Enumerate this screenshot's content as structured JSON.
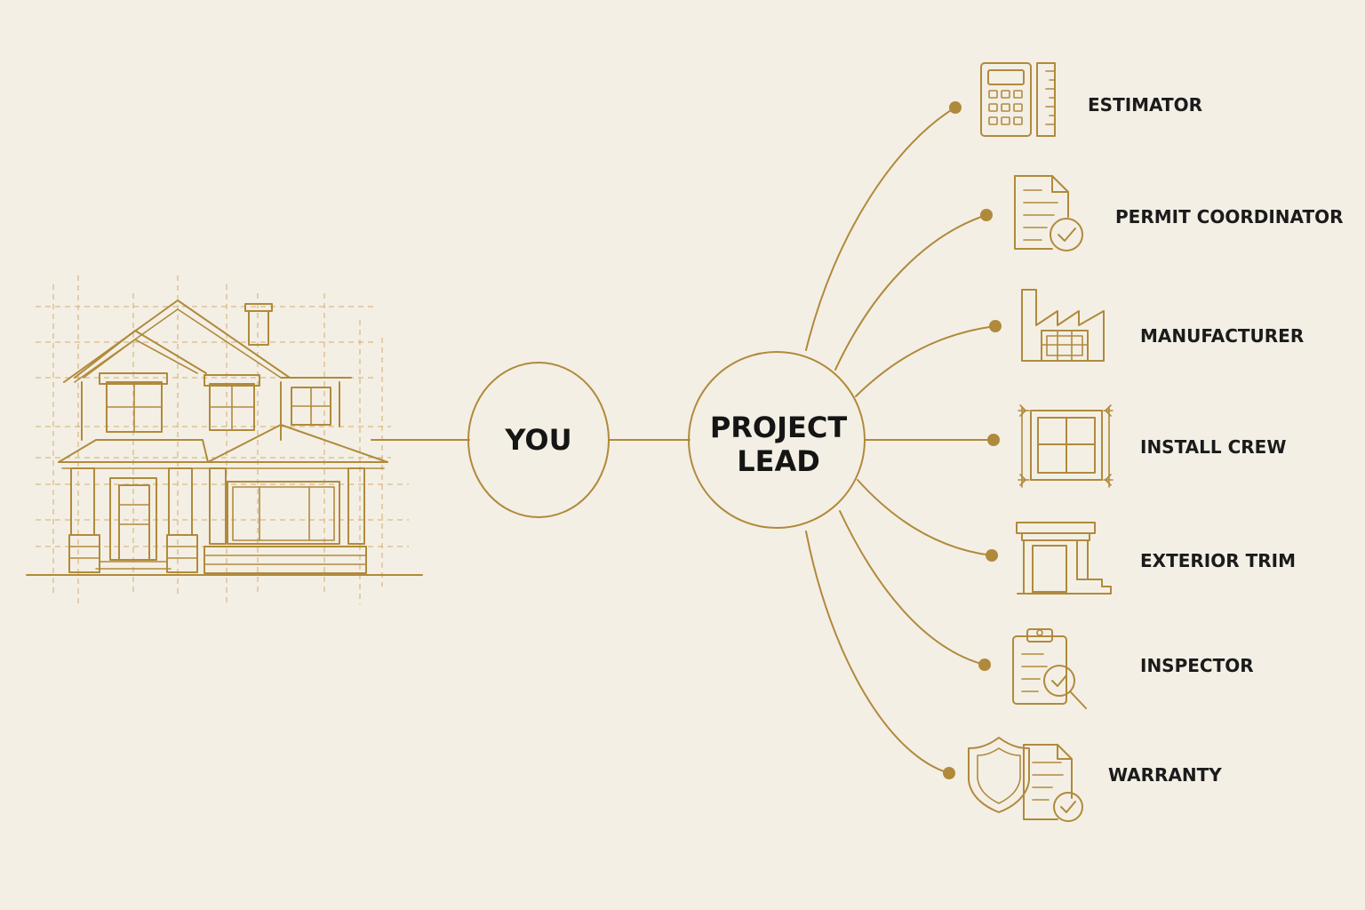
{
  "diagram": {
    "center_left": {
      "label": "YOU"
    },
    "center_main": {
      "label_line1": "PROJECT",
      "label_line2": "LEAD"
    },
    "roles": [
      {
        "label": "ESTIMATOR",
        "icon": "calculator-ruler-icon"
      },
      {
        "label": "PERMIT COORDINATOR",
        "icon": "document-check-icon"
      },
      {
        "label": "MANUFACTURER",
        "icon": "factory-icon"
      },
      {
        "label": "INSTALL CREW",
        "icon": "window-measure-icon"
      },
      {
        "label": "EXTERIOR TRIM",
        "icon": "trim-molding-icon"
      },
      {
        "label": "INSPECTOR",
        "icon": "clipboard-magnifier-icon"
      },
      {
        "label": "WARRANTY",
        "icon": "shield-document-icon"
      }
    ]
  },
  "colors": {
    "background": "#f4efe5",
    "accent_gold": "#b08a3c",
    "text": "#151515"
  }
}
